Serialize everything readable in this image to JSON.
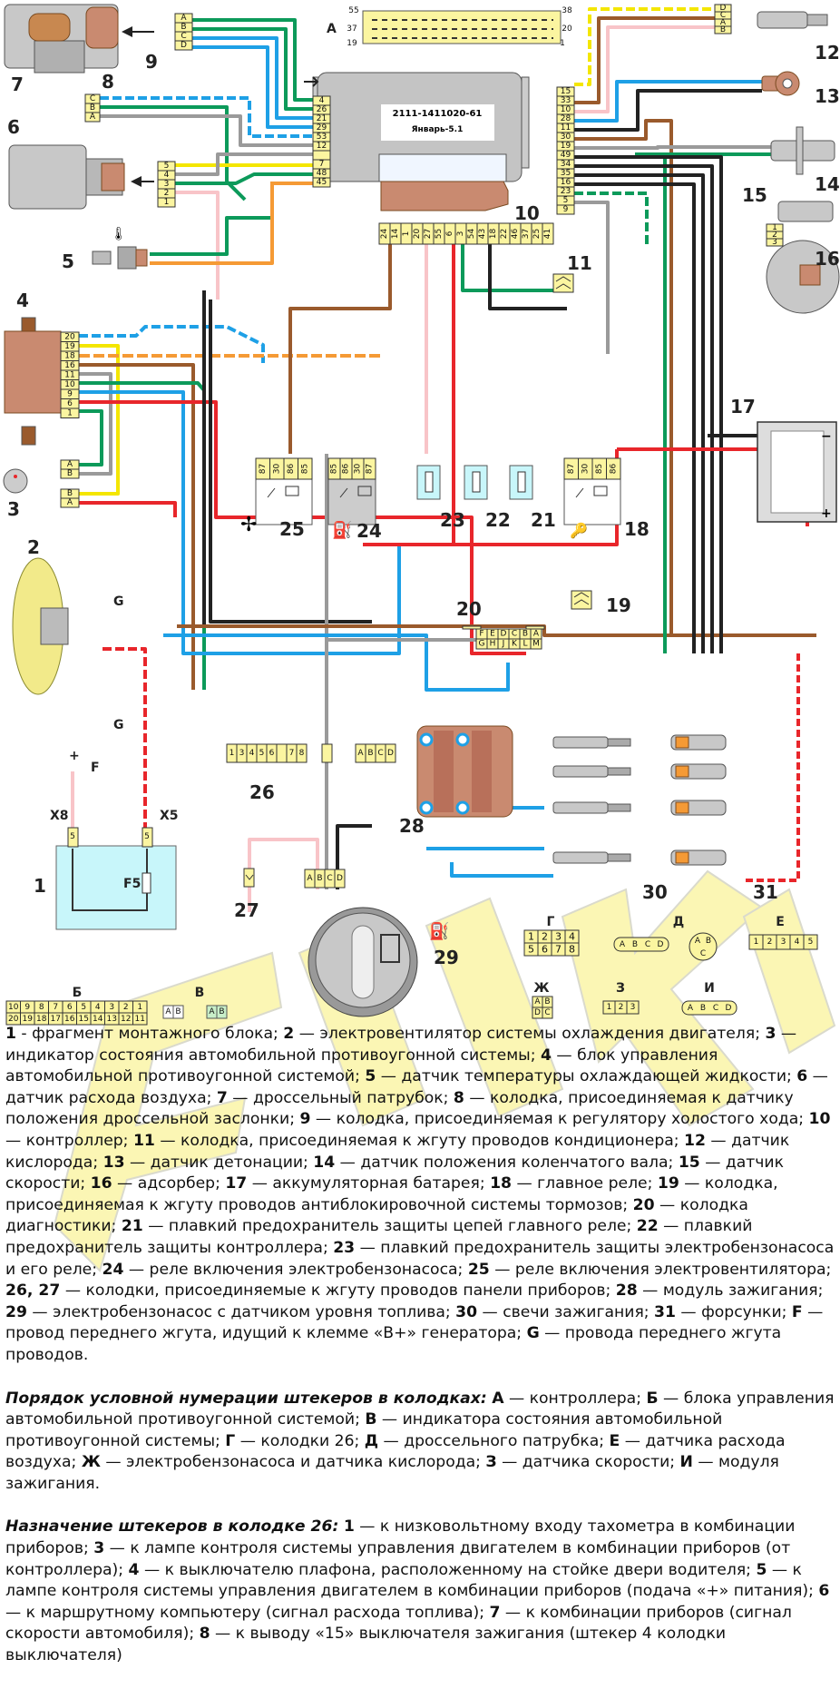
{
  "diagram": {
    "title_connector_A": "A",
    "controller": {
      "part_number": "2111-1411020-61",
      "model": "Январь-5.1",
      "callout": "10"
    },
    "connector_A_pin_markers": [
      "55",
      "37",
      "19",
      "38",
      "20",
      "1"
    ],
    "controller_left_pins": [
      "4",
      "26",
      "21",
      "29",
      "53",
      "12",
      "",
      "7",
      "48",
      "45"
    ],
    "controller_right_pins": [
      "15",
      "33",
      "10",
      "28",
      "11",
      "30",
      "19",
      "49",
      "34",
      "35",
      "16",
      "23",
      "5",
      "9"
    ],
    "controller_bottom_pins": [
      "24",
      "14",
      "1",
      "20",
      "27",
      "55",
      "6",
      "3",
      "54",
      "43",
      "18",
      "22",
      "46",
      "37",
      "25",
      "41"
    ],
    "connector_9_pins": [
      "A",
      "B",
      "C",
      "D"
    ],
    "connector_8_pins": [
      "C",
      "B",
      "A"
    ],
    "connector_6_pins": [
      "5",
      "4",
      "3",
      "2",
      "1"
    ],
    "block_4_pins": [
      "20",
      "19",
      "18",
      "16",
      "11",
      "10",
      "9",
      "6",
      "1"
    ],
    "indicator_3_pins_top": [
      "A",
      "B"
    ],
    "indicator_3_pins_bottom": [
      "B",
      "A"
    ],
    "sensor_12_pins": [
      "D",
      "C",
      "A",
      "B"
    ],
    "sensor_15_pins": [
      "1",
      "2",
      "3"
    ],
    "relay_25_pins": [
      "87",
      "30",
      "86",
      "85"
    ],
    "relay_24_pins": [
      "85",
      "86",
      "30",
      "87"
    ],
    "relay_18_pins": [
      "87",
      "30",
      "85",
      "86"
    ],
    "connector_20_pins_top": [
      "F",
      "E",
      "D",
      "C",
      "B",
      "A"
    ],
    "connector_20_pins_bottom": [
      "G",
      "H",
      "J",
      "K",
      "L",
      "M"
    ],
    "connector_26_pins": [
      "1",
      "3",
      "4",
      "5",
      "6",
      "",
      "7",
      "8"
    ],
    "module_28_pins": [
      "A",
      "B",
      "C",
      "D"
    ],
    "pump_29_pins": [
      "A",
      "B",
      "C",
      "D"
    ],
    "block_1": {
      "left_connector": "X8",
      "right_connector": "X5",
      "pin": "5",
      "fuse": "F5"
    },
    "wire_labels": {
      "F": "F",
      "G": "G",
      "plus": "+"
    },
    "callouts": [
      "1",
      "2",
      "3",
      "4",
      "5",
      "6",
      "7",
      "8",
      "9",
      "10",
      "11",
      "12",
      "13",
      "14",
      "15",
      "16",
      "17",
      "18",
      "19",
      "20",
      "21",
      "22",
      "23",
      "24",
      "25",
      "26",
      "27",
      "28",
      "29",
      "30",
      "31"
    ],
    "battery_terminals": {
      "neg": "−",
      "pos": "+"
    },
    "pinouts": {
      "Б": {
        "label": "Б",
        "top": [
          "10",
          "9",
          "8",
          "7",
          "6",
          "5",
          "4",
          "3",
          "2",
          "1"
        ],
        "bottom": [
          "20",
          "19",
          "18",
          "17",
          "16",
          "15",
          "14",
          "13",
          "12",
          "11"
        ]
      },
      "В": {
        "label": "В",
        "pins": [
          "A",
          "B"
        ]
      },
      "Г": {
        "label": "Г",
        "top": [
          "1",
          "2",
          "3",
          "4"
        ],
        "bottom": [
          "5",
          "6",
          "7",
          "8"
        ]
      },
      "Д": {
        "label": "Д",
        "pins": [
          "A",
          "B",
          "C",
          "D"
        ],
        "round": [
          "A",
          "B",
          "C"
        ]
      },
      "Е": {
        "label": "Е",
        "pins": [
          "1",
          "2",
          "3",
          "4",
          "5"
        ]
      },
      "Ж": {
        "label": "Ж",
        "top": [
          "A",
          "B"
        ],
        "bottom": [
          "D",
          "C"
        ]
      },
      "З": {
        "label": "З",
        "pins": [
          "1",
          "2",
          "3"
        ]
      },
      "И": {
        "label": "И",
        "pins": [
          "A",
          "B",
          "C",
          "D"
        ]
      }
    },
    "colors": {
      "connector_fill": "#fbf5a0",
      "wire_red": "#e8262b",
      "wire_blue": "#1ea0e6",
      "wire_green": "#0c9a5a",
      "wire_yellow": "#f4e600",
      "wire_brown": "#9a5a2c",
      "wire_orange": "#f59a35",
      "wire_pink": "#f8c4c8",
      "wire_gray": "#9a9a9a",
      "wire_black": "#222222",
      "block1_fill": "#c8f6fa",
      "controller_body": "#c4c4c4",
      "module_body": "#c98a70",
      "watermark": "#fbf5a8"
    }
  },
  "legend": {
    "parts": [
      {
        "n": "1",
        "sep": " - ",
        "t": "фрагмент монтажного блока; "
      },
      {
        "n": "2",
        "sep": " — ",
        "t": "электровентилятор системы охлаждения двигателя; "
      },
      {
        "n": "3",
        "sep": " — ",
        "t": "индикатор состояния автомобильной противоугонной системы; "
      },
      {
        "n": "4",
        "sep": " — ",
        "t": "блок управления автомобильной противоугонной системой; "
      },
      {
        "n": "5",
        "sep": " — ",
        "t": "датчик температуры охлаждающей жидкости; "
      },
      {
        "n": "6",
        "sep": " — ",
        "t": "датчик расхода воздуха; "
      },
      {
        "n": "7",
        "sep": " — ",
        "t": "дроссельный патрубок; "
      },
      {
        "n": "8",
        "sep": " — ",
        "t": "колодка, присоединяемая к датчику положения дроссельной заслонки; "
      },
      {
        "n": "9",
        "sep": " — ",
        "t": "колодка, присоединяемая к регулятору холостого хода; "
      },
      {
        "n": "10",
        "sep": " — ",
        "t": "контроллер; "
      },
      {
        "n": "11",
        "sep": " — ",
        "t": "колодка, присоединяемая к жгуту проводов кондиционера; "
      },
      {
        "n": "12",
        "sep": " — ",
        "t": "датчик кислорода; "
      },
      {
        "n": "13",
        "sep": " — ",
        "t": "датчик детонации; "
      },
      {
        "n": "14",
        "sep": " — ",
        "t": "датчик положения коленчатого вала; "
      },
      {
        "n": "15",
        "sep": " — ",
        "t": "датчик скорости; "
      },
      {
        "n": "16",
        "sep": " — ",
        "t": "адсорбер; "
      },
      {
        "n": "17",
        "sep": " — ",
        "t": "аккумуляторная батарея; "
      },
      {
        "n": "18",
        "sep": " — ",
        "t": "главное реле; "
      },
      {
        "n": "19",
        "sep": " — ",
        "t": "колодка, присоединяемая к жгуту проводов антиблокировочной системы тормозов; "
      },
      {
        "n": "20",
        "sep": " — ",
        "t": "колодка диагностики; "
      },
      {
        "n": "21",
        "sep": " — ",
        "t": "плавкий предохранитель защиты цепей главного реле; "
      },
      {
        "n": "22",
        "sep": " — ",
        "t": "плавкий предохранитель защиты контроллера; "
      },
      {
        "n": "23",
        "sep": " — ",
        "t": "плавкий предохранитель защиты электробензонасоса и его реле; "
      },
      {
        "n": "24",
        "sep": " — ",
        "t": "реле включения электробензонасоса; "
      },
      {
        "n": "25",
        "sep": " — ",
        "t": "реле включения электровентилятора; "
      },
      {
        "n": "26, 27",
        "sep": " — ",
        "t": "колодки, присоединяемые к жгуту проводов панели приборов; "
      },
      {
        "n": "28",
        "sep": " — ",
        "t": "модуль зажигания; "
      },
      {
        "n": "29",
        "sep": " — ",
        "t": "электробензонасос с датчиком уровня топлива; "
      },
      {
        "n": "30",
        "sep": " — ",
        "t": "свечи зажигания; "
      },
      {
        "n": "31",
        "sep": " — ",
        "t": "форсунки; "
      },
      {
        "n": "F",
        "sep": " — ",
        "t": "провод переднего жгута, идущий к клемме «В+» генератора; "
      },
      {
        "n": "G",
        "sep": " — ",
        "t": "провода переднего жгута проводов."
      }
    ],
    "pin_order": {
      "heading": "Порядок условной нумерации штекеров в колодках:",
      "items": [
        {
          "n": "А",
          "t": "контроллера; "
        },
        {
          "n": "Б",
          "t": "блока управления автомобильной противоугонной системой; "
        },
        {
          "n": "В",
          "t": "индикатора состояния автомобильной противоугонной системы; "
        },
        {
          "n": "Г",
          "t": "колодки 26; "
        },
        {
          "n": "Д",
          "t": "дроссельного патрубка; "
        },
        {
          "n": "Е",
          "t": "датчика расхода воздуха; "
        },
        {
          "n": "Ж",
          "t": "электробензонасоса и датчика кислорода; "
        },
        {
          "n": "З",
          "t": "датчика скорости; "
        },
        {
          "n": "И",
          "t": "модуля зажигания."
        }
      ]
    },
    "connector26": {
      "heading": "Назначение штекеров в колодке 26:",
      "items": [
        {
          "n": "1",
          "t": "к низковольтному входу тахометра в комбинации приборов; "
        },
        {
          "n": "3",
          "t": "к лампе контроля системы управления двигателем в комбинации приборов (от контроллера); "
        },
        {
          "n": "4",
          "t": "к выключателю плафона, расположенному на стойке двери водителя; "
        },
        {
          "n": "5",
          "t": "к лампе контроля системы управления двигателем в комбинации приборов (подача «+» питания); "
        },
        {
          "n": "6",
          "t": "к маршрутному компьютеру (сигнал расхода топлива); "
        },
        {
          "n": "7",
          "t": "к комбинации приборов (сигнал скорости автомобиля); "
        },
        {
          "n": "8",
          "t": "к выводу «15» выключателя зажигания (штекер 4 колодки выключателя)"
        }
      ]
    }
  }
}
